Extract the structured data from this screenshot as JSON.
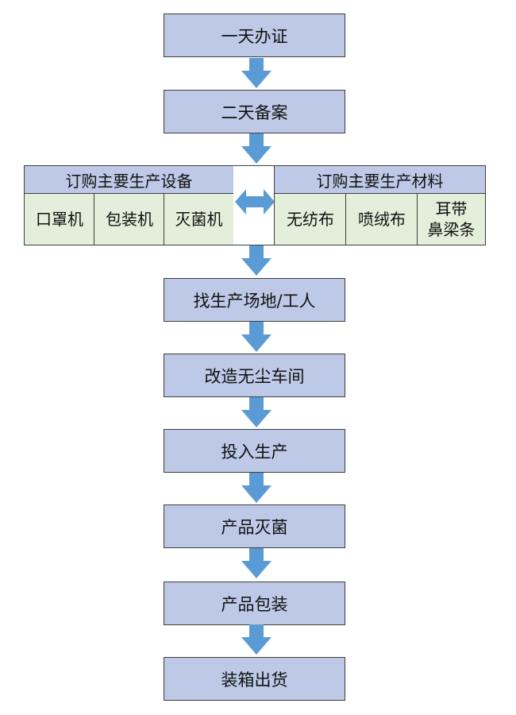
{
  "colors": {
    "step_fill": "#bdc9e6",
    "cell_fill": "#e3eedb",
    "arrow_fill": "#5b9bd5",
    "border": "#3f3f3f"
  },
  "steps": {
    "s1": "一天办证",
    "s2": "二天备案",
    "s3": "找生产场地/工人",
    "s4": "改造无尘车间",
    "s5": "投入生产",
    "s6": "产品灭菌",
    "s7": "产品包装",
    "s8": "装箱出货"
  },
  "equipment": {
    "header": "订购主要生产设备",
    "items": [
      "口罩机",
      "包装机",
      "灭菌机"
    ]
  },
  "materials": {
    "header": "订购主要生产材料",
    "items": [
      "无纺布",
      "喷绒布",
      "耳带",
      "鼻梁条"
    ]
  }
}
